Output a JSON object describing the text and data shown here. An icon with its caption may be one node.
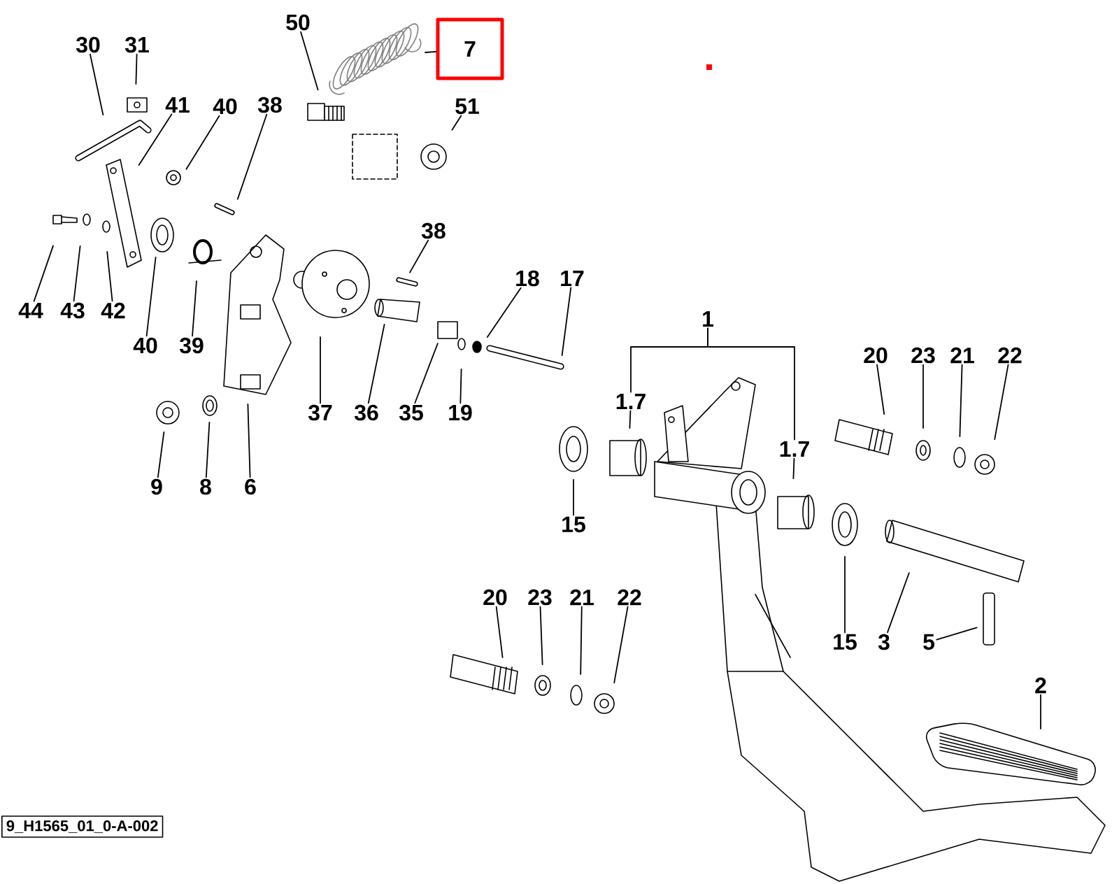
{
  "diagram": {
    "nodes": [
      {
        "text": [
          "30"
        ]
      },
      {
        "text": [
          "31"
        ]
      },
      {
        "text": [
          "50"
        ]
      },
      {
        "text": [
          "7"
        ]
      },
      {
        "text": [
          "41"
        ]
      },
      {
        "text": [
          "40"
        ]
      },
      {
        "text": [
          "38"
        ]
      },
      {
        "text": [
          "51"
        ]
      },
      {
        "text": [
          "38"
        ]
      },
      {
        "text": [
          "18"
        ]
      },
      {
        "text": [
          "17"
        ]
      },
      {
        "text": [
          "44"
        ]
      },
      {
        "text": [
          "43"
        ]
      },
      {
        "text": [
          "42"
        ]
      },
      {
        "text": [
          "40"
        ]
      },
      {
        "text": [
          "39"
        ]
      },
      {
        "text": [
          "1"
        ]
      },
      {
        "text": [
          "20"
        ]
      },
      {
        "text": [
          "23"
        ]
      },
      {
        "text": [
          "21"
        ]
      },
      {
        "text": [
          "22"
        ]
      },
      {
        "text": [
          "1.7"
        ]
      },
      {
        "text": [
          "37"
        ]
      },
      {
        "text": [
          "36"
        ]
      },
      {
        "text": [
          "35"
        ]
      },
      {
        "text": [
          "19"
        ]
      },
      {
        "text": [
          "1.7"
        ]
      },
      {
        "text": [
          "9"
        ]
      },
      {
        "text": [
          "8"
        ]
      },
      {
        "text": [
          "6"
        ]
      },
      {
        "text": [
          "15"
        ]
      },
      {
        "text": [
          "20"
        ]
      },
      {
        "text": [
          "23"
        ]
      },
      {
        "text": [
          "21"
        ]
      },
      {
        "text": [
          "22"
        ]
      },
      {
        "text": [
          "15"
        ]
      },
      {
        "text": [
          "3"
        ]
      },
      {
        "text": [
          "5"
        ]
      },
      {
        "text": [
          "2"
        ]
      }
    ],
    "edges": [
      {
        "from": 0,
        "to": null,
        "arrow": "none"
      },
      {
        "from": 1,
        "to": null,
        "arrow": "none"
      },
      {
        "from": 2,
        "to": null,
        "arrow": "none"
      },
      {
        "from": 3,
        "to": null,
        "arrow": "none"
      },
      {
        "from": 4,
        "to": null,
        "arrow": "none"
      },
      {
        "from": 5,
        "to": null,
        "arrow": "none"
      },
      {
        "from": 6,
        "to": null,
        "arrow": "none"
      },
      {
        "from": 7,
        "to": null,
        "arrow": "none"
      },
      {
        "from": 8,
        "to": null,
        "arrow": "none"
      },
      {
        "from": 9,
        "to": null,
        "arrow": "none"
      },
      {
        "from": 10,
        "to": null,
        "arrow": "none"
      },
      {
        "from": 11,
        "to": null,
        "arrow": "none"
      },
      {
        "from": 12,
        "to": null,
        "arrow": "none"
      },
      {
        "from": 13,
        "to": null,
        "arrow": "none"
      },
      {
        "from": 14,
        "to": null,
        "arrow": "none"
      },
      {
        "from": 15,
        "to": null,
        "arrow": "none"
      },
      {
        "from": 17,
        "to": null,
        "arrow": "none"
      },
      {
        "from": 18,
        "to": null,
        "arrow": "none"
      },
      {
        "from": 19,
        "to": null,
        "arrow": "none"
      },
      {
        "from": 20,
        "to": null,
        "arrow": "none"
      },
      {
        "from": 21,
        "to": null,
        "arrow": "none"
      },
      {
        "from": 22,
        "to": null,
        "arrow": "none"
      },
      {
        "from": 23,
        "to": null,
        "arrow": "none"
      },
      {
        "from": 24,
        "to": null,
        "arrow": "none"
      },
      {
        "from": 25,
        "to": null,
        "arrow": "none"
      },
      {
        "from": 26,
        "to": null,
        "arrow": "none"
      },
      {
        "from": 27,
        "to": null,
        "arrow": "none"
      },
      {
        "from": 28,
        "to": null,
        "arrow": "none"
      },
      {
        "from": 29,
        "to": null,
        "arrow": "none"
      },
      {
        "from": 30,
        "to": null,
        "arrow": "none"
      },
      {
        "from": 31,
        "to": null,
        "arrow": "none"
      },
      {
        "from": 32,
        "to": null,
        "arrow": "none"
      },
      {
        "from": 33,
        "to": null,
        "arrow": "none"
      },
      {
        "from": 34,
        "to": null,
        "arrow": "none"
      },
      {
        "from": 35,
        "to": null,
        "arrow": "none"
      },
      {
        "from": 36,
        "to": null,
        "arrow": "none"
      },
      {
        "from": 37,
        "to": null,
        "arrow": "none"
      },
      {
        "from": 38,
        "to": null,
        "arrow": "none"
      },
      {
        "from": 16,
        "to": 21,
        "arrow": "none"
      },
      {
        "from": 16,
        "to": 26,
        "arrow": "none"
      }
    ],
    "labels": [
      "9_H1565_01_0-A-002"
    ]
  }
}
